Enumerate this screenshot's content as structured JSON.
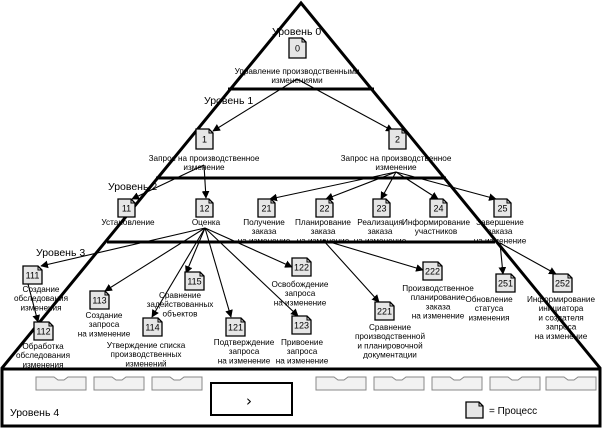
{
  "levels": [
    "Уровень 0",
    "Уровень 1",
    "Уровень 2",
    "Уровень 3",
    "Уровень 4"
  ],
  "processes": {
    "p0": {
      "id": "0",
      "label": [
        "Управление производственными",
        "изменениями"
      ]
    },
    "p1": {
      "id": "1",
      "label": [
        "Запрос на производственное",
        "изменение"
      ]
    },
    "p2": {
      "id": "2",
      "label": [
        "Запрос на производственное",
        "изменение"
      ]
    },
    "p11": {
      "id": "11",
      "label": [
        "Установление"
      ]
    },
    "p12": {
      "id": "12",
      "label": [
        "Оценка"
      ]
    },
    "p21": {
      "id": "21",
      "label": [
        "Получение",
        "заказа",
        "на изменение"
      ]
    },
    "p22": {
      "id": "22",
      "label": [
        "Планирование",
        "заказа",
        "на изменение"
      ]
    },
    "p23": {
      "id": "23",
      "label": [
        "Реализация",
        "заказа",
        "на изменение"
      ]
    },
    "p24": {
      "id": "24",
      "label": [
        "Информирование",
        "участников"
      ]
    },
    "p25": {
      "id": "25",
      "label": [
        "Завершение",
        "заказа",
        "на изменение"
      ]
    },
    "p111": {
      "id": "111",
      "label": [
        "Создание",
        "обследования",
        "изменения"
      ]
    },
    "p112": {
      "id": "112",
      "label": [
        "Обработка",
        "обследования",
        "изменения"
      ]
    },
    "p113": {
      "id": "113",
      "label": [
        "Создание",
        "запроса",
        "на изменение"
      ]
    },
    "p114": {
      "id": "114",
      "label": [
        "Утверждение списка",
        "производственных",
        "изменений"
      ]
    },
    "p115": {
      "id": "115",
      "label": [
        "Сравнение",
        "задействованных",
        "объектов"
      ]
    },
    "p121": {
      "id": "121",
      "label": [
        "Подтверждение",
        "запроса",
        "на изменение"
      ]
    },
    "p122": {
      "id": "122",
      "label": [
        "Освобождение",
        "запроса",
        "на изменение"
      ]
    },
    "p123": {
      "id": "123",
      "label": [
        "Привоение",
        "запроса",
        "на изменение"
      ]
    },
    "p221": {
      "id": "221",
      "label": [
        "Сравнение",
        "производственной",
        "и планировочной",
        "документации"
      ]
    },
    "p222": {
      "id": "222",
      "label": [
        "Производственное",
        "планирование",
        "заказа",
        "на изменение"
      ]
    },
    "p251": {
      "id": "251",
      "label": [
        "Обновление",
        "статуса",
        "изменения"
      ]
    },
    "p252": {
      "id": "252",
      "label": [
        "Информирование",
        "инициатора",
        "и создателя",
        "запроса",
        "на изменение"
      ]
    },
    "p1211": {
      "id": "1211",
      "label": []
    },
    "p1212": {
      "id": "1212",
      "label": []
    }
  },
  "legend": {
    "text": "= Процесс"
  },
  "colors": {
    "stroke": "#000000",
    "doc_fill": "#e6e6e6",
    "bg": "#ffffff",
    "tab_fill": "#f2f2f2"
  }
}
